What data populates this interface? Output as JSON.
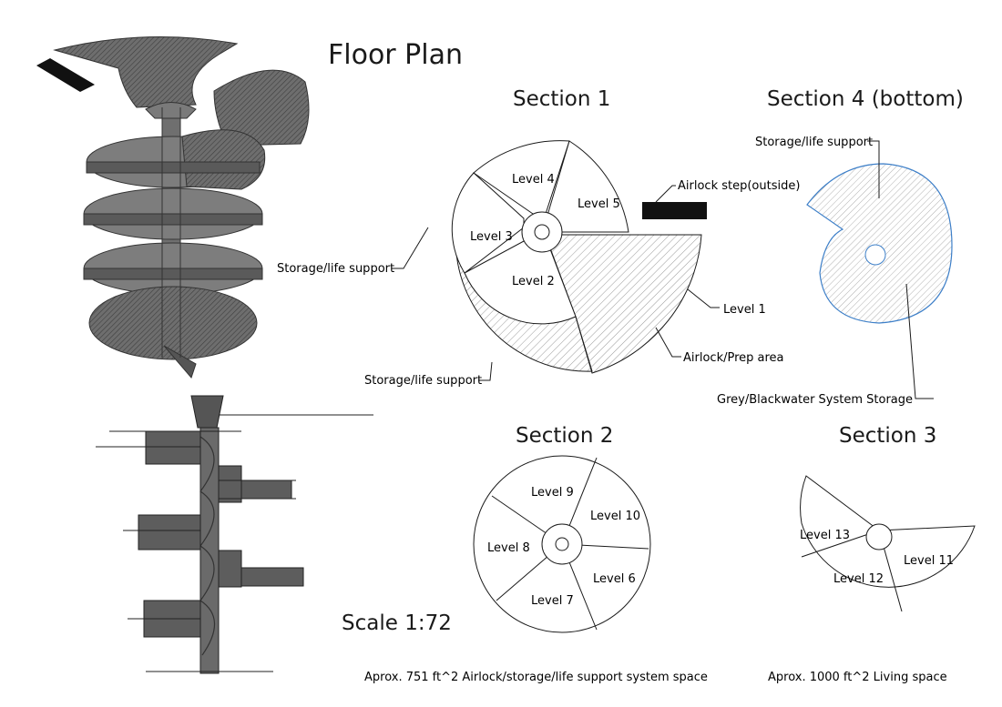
{
  "title": "Floor Plan",
  "scale": "Scale 1:72",
  "colors": {
    "ink": "#1a1a1a",
    "hatch": "#9a9a9a",
    "solid": "#6a6a6a",
    "solid_dark": "#4a4a4a",
    "bottom_outline": "#3d7fc8"
  },
  "sections": {
    "s1": {
      "title": "Section 1",
      "level1": "Level 1",
      "level2": "Level 2",
      "level3": "Level 3",
      "level4": "Level 4",
      "level5": "Level 5",
      "airlock_step": "Airlock step(outside)",
      "storage_left": "Storage/life support",
      "storage_bottom": "Storage/life support",
      "airlock_prep": "Airlock/Prep area"
    },
    "s2": {
      "title": "Section 2",
      "level6": "Level 6",
      "level7": "Level 7",
      "level8": "Level 8",
      "level9": "Level 9",
      "level10": "Level 10"
    },
    "s3": {
      "title": "Section 3",
      "level11": "Level 11",
      "level12": "Level 12",
      "level13": "Level 13"
    },
    "s4": {
      "title": "Section 4 (bottom)",
      "storage": "Storage/life support",
      "greywater": "Grey/Blackwater System Storage"
    }
  },
  "notes": {
    "airlock_space": "Aprox. 751 ft^2  Airlock/storage/life support system space",
    "living_space": "Aprox. 1000 ft^2  Living space"
  }
}
